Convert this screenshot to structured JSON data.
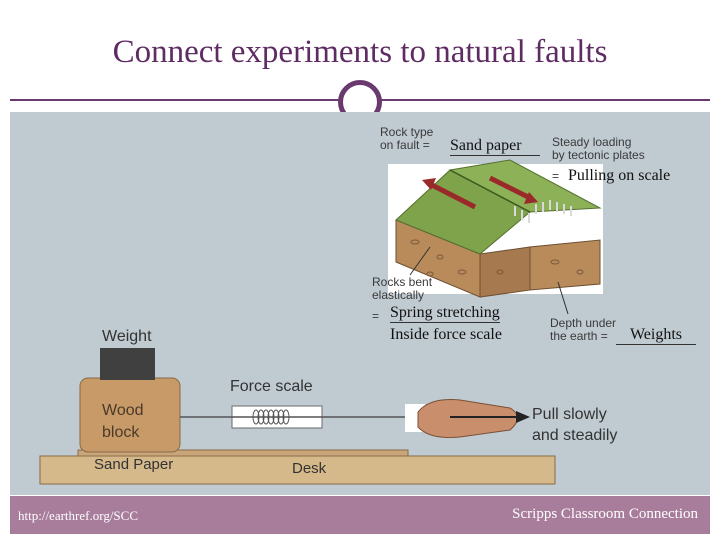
{
  "slide": {
    "title": "Connect experiments to natural faults",
    "footer_left": "http://earthref.org/SCC",
    "footer_right": "Scripps Classroom Connection"
  },
  "fault_block": {
    "rock_type_label_line1": "Rock type",
    "rock_type_label_line2": "on fault",
    "rock_type_answer": "Sand paper",
    "steady_loading_line1": "Steady loading",
    "steady_loading_line2": "by tectonic plates",
    "steady_loading_answer": "Pulling on scale",
    "rocks_bent_line1": "Rocks bent",
    "rocks_bent_line2": "elastically",
    "rocks_bent_answer_line1": "Spring stretching",
    "rocks_bent_answer_line2": "Inside force scale",
    "depth_line1": "Depth under",
    "depth_line2": "the earth",
    "depth_answer": "Weights",
    "equals": "="
  },
  "experiment": {
    "weight_label": "Weight",
    "block_label_line1": "Wood",
    "block_label_line2": "block",
    "sand_paper_label": "Sand Paper",
    "desk_label": "Desk",
    "force_scale_label": "Force scale",
    "pull_line1": "Pull slowly",
    "pull_line2": "and steadily"
  }
}
